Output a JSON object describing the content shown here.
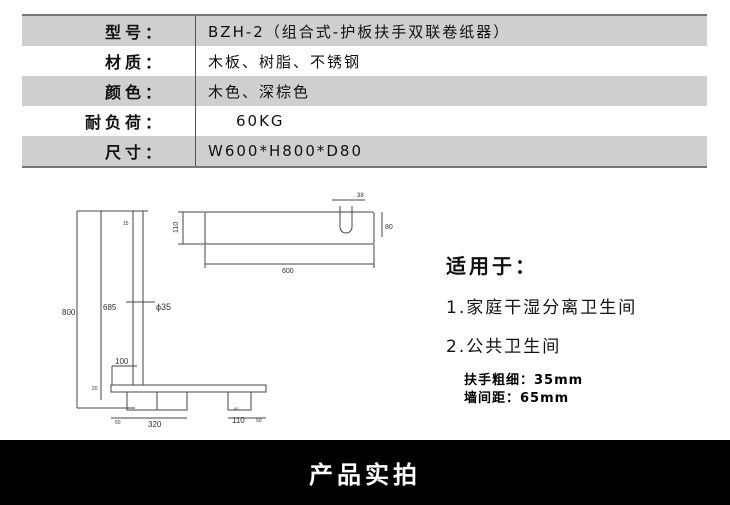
{
  "specs": [
    {
      "label": "型号：",
      "value": "BZH-2（组合式-护板扶手双联卷纸器）"
    },
    {
      "label": "材质：",
      "value": "木板、树脂、不锈钢"
    },
    {
      "label": "颜色：",
      "value": "木色、深棕色"
    },
    {
      "label": "耐负荷：",
      "value": "60KG"
    },
    {
      "label": "尺寸：",
      "value": "W600*H800*D80"
    }
  ],
  "drawing": {
    "d800": "800",
    "d685": "685",
    "d35": "ϕ35",
    "d15": "15",
    "d100": "100",
    "d20": "20",
    "d50a": "50",
    "d320": "320",
    "d110b": "110",
    "d50b": "50",
    "d80b": "80",
    "d38": "38",
    "d110": "110",
    "d80": "80",
    "d600": "600"
  },
  "apply": {
    "title": "适用于：",
    "items": [
      "1.家庭干湿分离卫生间",
      "2.公共卫生间"
    ]
  },
  "notes": [
    "扶手粗细：35mm",
    "墙间距：65mm"
  ],
  "footer": "产品实拍"
}
